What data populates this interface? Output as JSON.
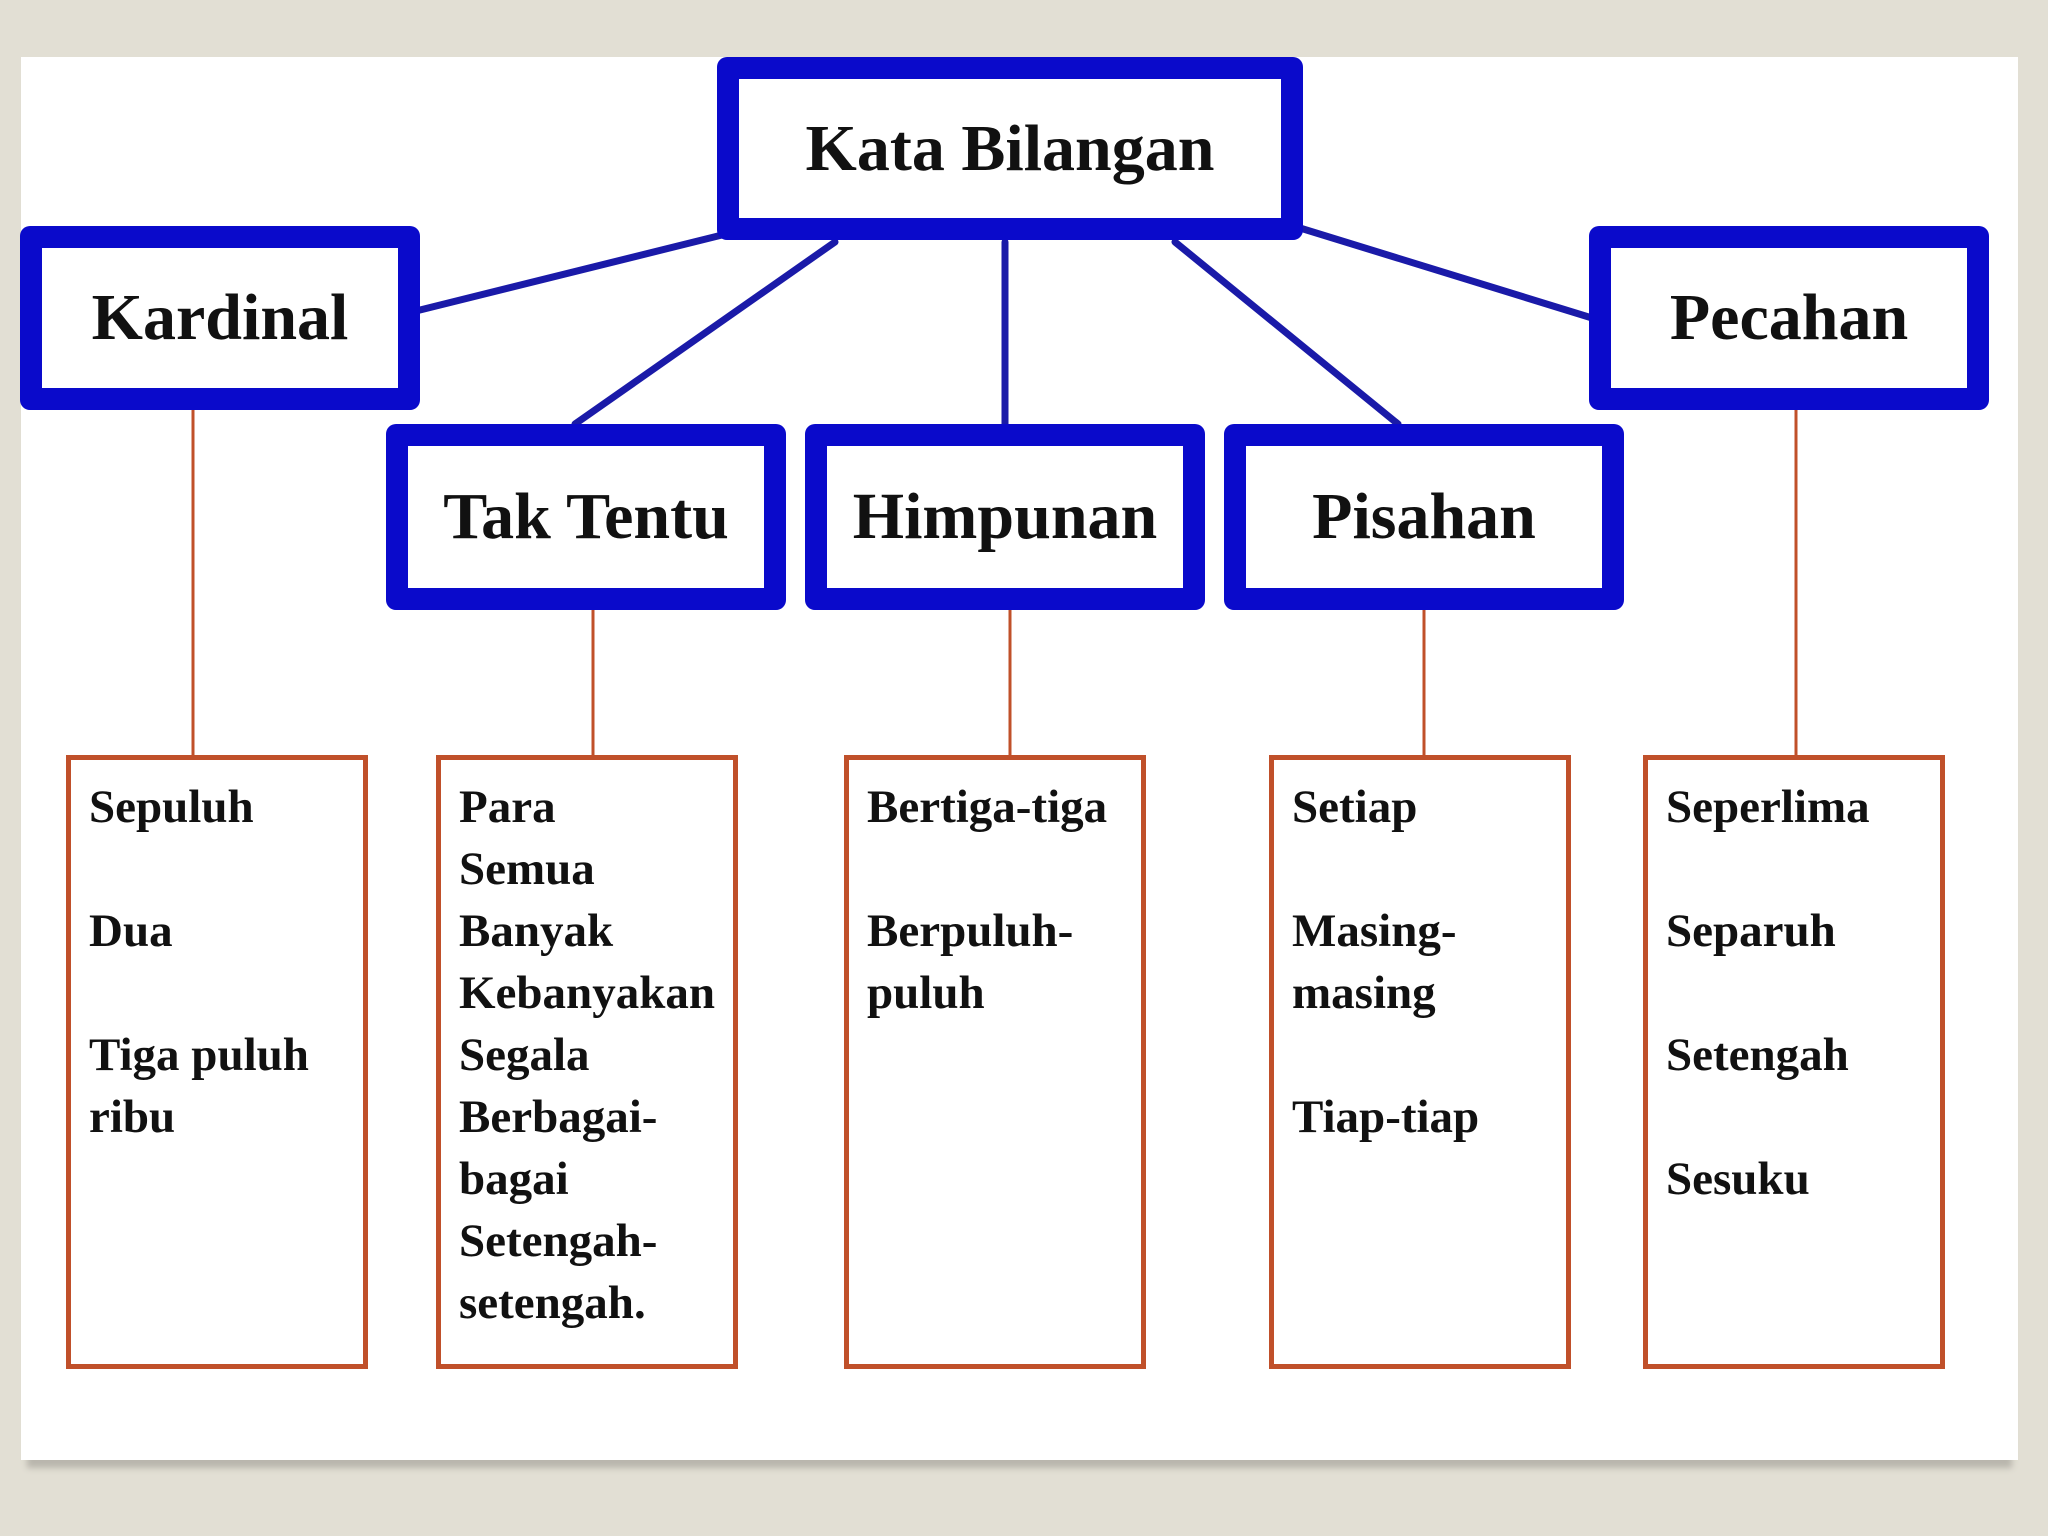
{
  "diagram": {
    "root": "Kata Bilangan",
    "categories": [
      {
        "id": "kardinal",
        "label": "Kardinal",
        "examples": [
          "Sepuluh",
          "Dua",
          "Tiga puluh ribu"
        ]
      },
      {
        "id": "tak-tentu",
        "label": "Tak Tentu",
        "examples": [
          "Para",
          "Semua",
          "Banyak",
          "Kebanyakan",
          "Segala",
          "Berbagai-bagai",
          "Setengah-setengah."
        ]
      },
      {
        "id": "himpunan",
        "label": "Himpunan",
        "examples": [
          "Bertiga-tiga",
          "Berpuluh-puluh"
        ]
      },
      {
        "id": "pisahan",
        "label": "Pisahan",
        "examples": [
          "Setiap",
          "Masing-masing",
          "Tiap-tiap"
        ]
      },
      {
        "id": "pecahan",
        "label": "Pecahan",
        "examples": [
          "Seperlima",
          "Separuh",
          "Setengah",
          "Sesuku"
        ]
      }
    ]
  },
  "lines": [
    {
      "text": "Sepuluh"
    },
    {
      "text": "Dua"
    },
    {
      "text": "Tiga puluh"
    },
    {
      "text": "ribu"
    },
    {
      "text": "Para"
    },
    {
      "text": "Semua"
    },
    {
      "text": "Banyak"
    },
    {
      "text": "Kebanyakan"
    },
    {
      "text": "Segala"
    },
    {
      "text": "Berbagai-"
    },
    {
      "text": "bagai"
    },
    {
      "text": "Setengah-"
    },
    {
      "text": "setengah."
    },
    {
      "text": "Bertiga-tiga"
    },
    {
      "text": "Berpuluh-"
    },
    {
      "text": "puluh"
    },
    {
      "text": "Setiap"
    },
    {
      "text": "Masing-"
    },
    {
      "text": "masing"
    },
    {
      "text": "Tiap-tiap"
    },
    {
      "text": "Seperlima"
    },
    {
      "text": "Separuh"
    },
    {
      "text": "Setengah"
    },
    {
      "text": "Sesuku"
    }
  ],
  "colors": {
    "node_border": "#0a0acb",
    "node_connector": "#1a1aa8",
    "leaf_border": "#c0502a",
    "background": "#e2dfd4"
  }
}
